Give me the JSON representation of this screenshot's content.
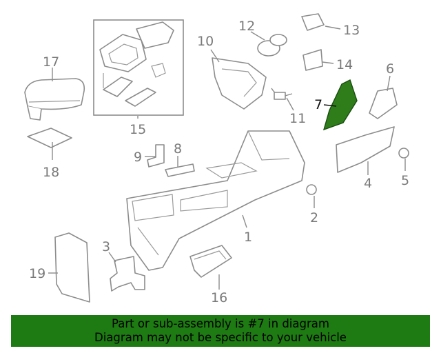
{
  "diagram": {
    "callouts": [
      {
        "id": "1",
        "label": "1"
      },
      {
        "id": "2",
        "label": "2"
      },
      {
        "id": "3",
        "label": "3"
      },
      {
        "id": "4",
        "label": "4"
      },
      {
        "id": "5",
        "label": "5"
      },
      {
        "id": "6",
        "label": "6"
      },
      {
        "id": "7",
        "label": "7"
      },
      {
        "id": "8",
        "label": "8"
      },
      {
        "id": "9",
        "label": "9"
      },
      {
        "id": "10",
        "label": "10"
      },
      {
        "id": "11",
        "label": "11"
      },
      {
        "id": "12",
        "label": "12"
      },
      {
        "id": "13",
        "label": "13"
      },
      {
        "id": "14",
        "label": "14"
      },
      {
        "id": "15",
        "label": "15"
      },
      {
        "id": "16",
        "label": "16"
      },
      {
        "id": "17",
        "label": "17"
      },
      {
        "id": "18",
        "label": "18"
      },
      {
        "id": "19",
        "label": "19"
      }
    ],
    "highlighted_part": "7",
    "highlight_color": "#2e7d1a"
  },
  "banner": {
    "line1": "Part or sub-assembly is #7 in diagram",
    "line2": "Diagram may not be specific to your vehicle",
    "background_color": "#1e7a12"
  }
}
